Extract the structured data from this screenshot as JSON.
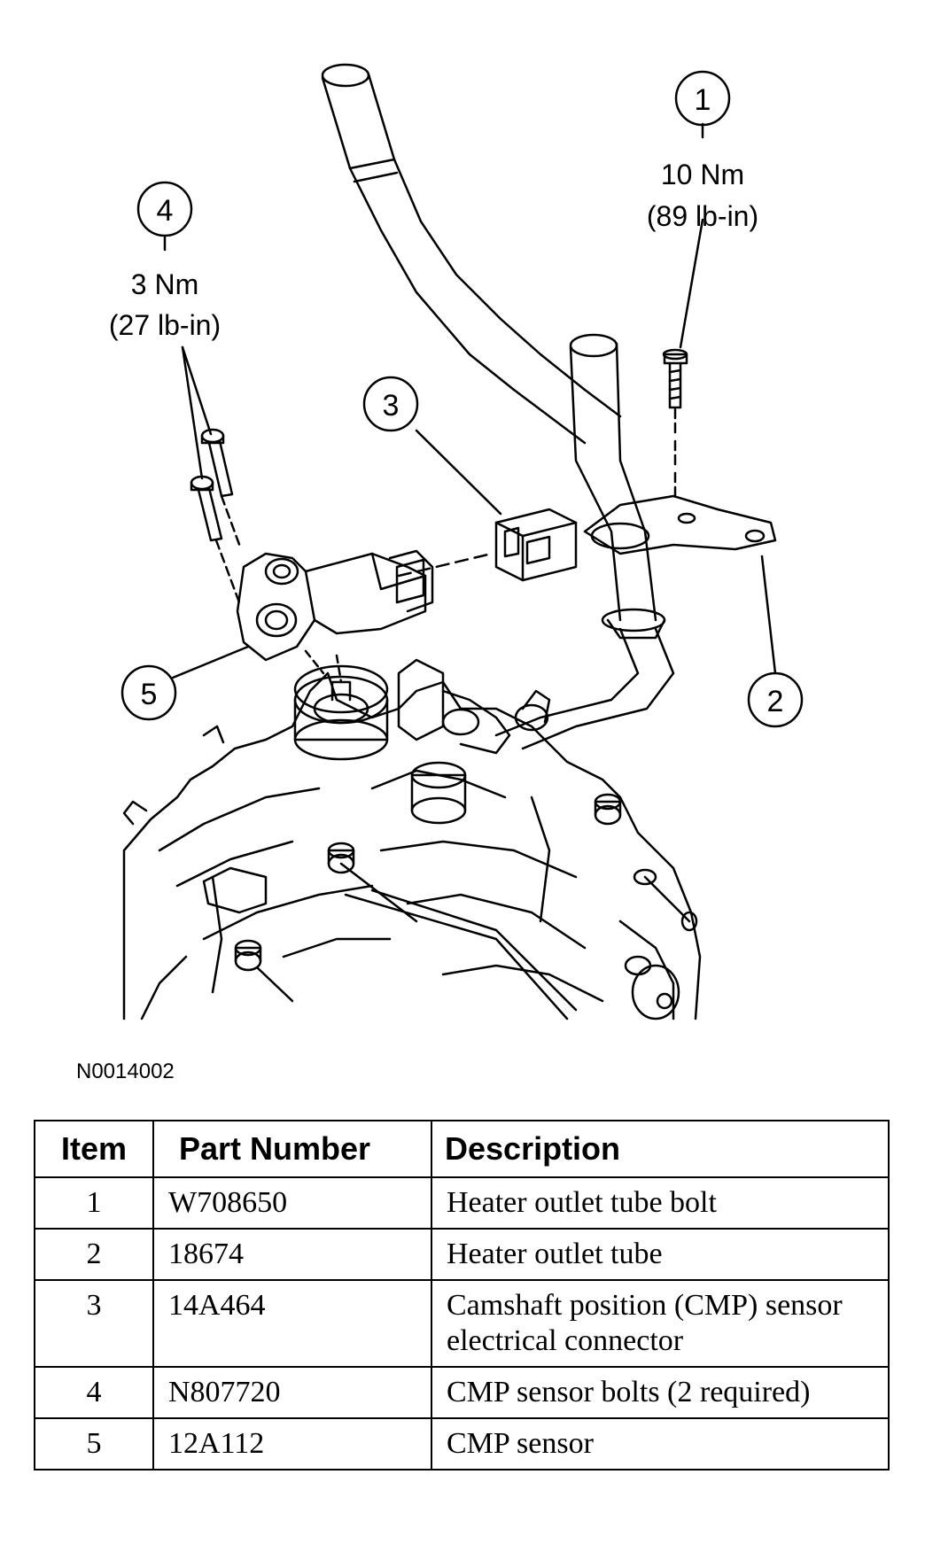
{
  "callouts": [
    {
      "number": "1",
      "torque_metric": "10 Nm",
      "torque_imperial": "(89 lb-in)"
    },
    {
      "number": "2"
    },
    {
      "number": "3"
    },
    {
      "number": "4",
      "torque_metric": "3 Nm",
      "torque_imperial": "(27 lb-in)"
    },
    {
      "number": "5"
    }
  ],
  "figure_code": "N0014002",
  "parts_table": {
    "headers": {
      "item": "Item",
      "part_number": "Part Number",
      "description": "Description"
    },
    "rows": [
      {
        "item": "1",
        "part_number": "W708650",
        "description": "Heater outlet tube bolt"
      },
      {
        "item": "2",
        "part_number": "18674",
        "description": "Heater outlet tube"
      },
      {
        "item": "3",
        "part_number": "14A464",
        "description": "Camshaft position (CMP) sensor electrical connector"
      },
      {
        "item": "4",
        "part_number": "N807720",
        "description": "CMP sensor bolts (2 required)"
      },
      {
        "item": "5",
        "part_number": "12A112",
        "description": "CMP sensor"
      }
    ]
  }
}
